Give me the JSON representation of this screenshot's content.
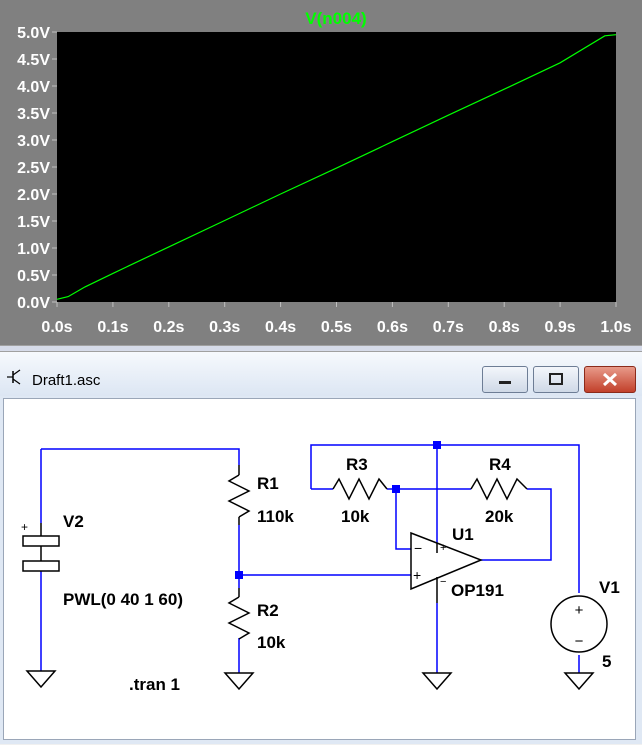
{
  "plot": {
    "trace_label": "V(n004)",
    "colors": {
      "background": "#000000",
      "frame": "#808080",
      "trace": "#00ff00",
      "tick_text": "#ffffff",
      "grid_tick": "#c0c0c0"
    },
    "chart_data": {
      "type": "line",
      "title": "V(n004)",
      "xlabel": "",
      "ylabel": "",
      "x_ticks": [
        "0.0s",
        "0.1s",
        "0.2s",
        "0.3s",
        "0.4s",
        "0.5s",
        "0.6s",
        "0.7s",
        "0.8s",
        "0.9s",
        "1.0s"
      ],
      "y_ticks": [
        "5.0V",
        "4.5V",
        "4.0V",
        "3.5V",
        "3.0V",
        "2.5V",
        "2.0V",
        "1.5V",
        "1.0V",
        "0.5V",
        "0.0V"
      ],
      "xlim": [
        0,
        1.0
      ],
      "ylim": [
        0,
        5.0
      ],
      "grid": false,
      "series": [
        {
          "name": "V(n004)",
          "x": [
            0.0,
            0.02,
            0.05,
            0.1,
            0.2,
            0.3,
            0.4,
            0.5,
            0.6,
            0.7,
            0.8,
            0.9,
            0.98,
            1.0
          ],
          "y": [
            0.05,
            0.1,
            0.28,
            0.53,
            1.02,
            1.51,
            2.0,
            2.48,
            2.97,
            3.46,
            3.94,
            4.43,
            4.93,
            4.95
          ]
        }
      ]
    }
  },
  "window": {
    "title": "Draft1.asc",
    "icon": "schematic-icon",
    "buttons": {
      "minimize": "minimize-icon",
      "maximize": "maximize-icon",
      "close": "close-icon"
    }
  },
  "schematic": {
    "wire_color": "#0000ff",
    "junction_color": "#0000ff",
    "components": {
      "r1": {
        "name": "R1",
        "value": "110k"
      },
      "r2": {
        "name": "R2",
        "value": "10k"
      },
      "r3": {
        "name": "R3",
        "value": "10k"
      },
      "r4": {
        "name": "R4",
        "value": "20k"
      },
      "u1": {
        "name": "U1",
        "value": "OP191"
      },
      "v1": {
        "name": "V1",
        "value": "5"
      },
      "v2": {
        "name": "V2",
        "value": "PWL(0 40 1 60)"
      }
    },
    "directive": ".tran 1",
    "pin_marks": {
      "plus": "+",
      "minus": "−"
    }
  }
}
